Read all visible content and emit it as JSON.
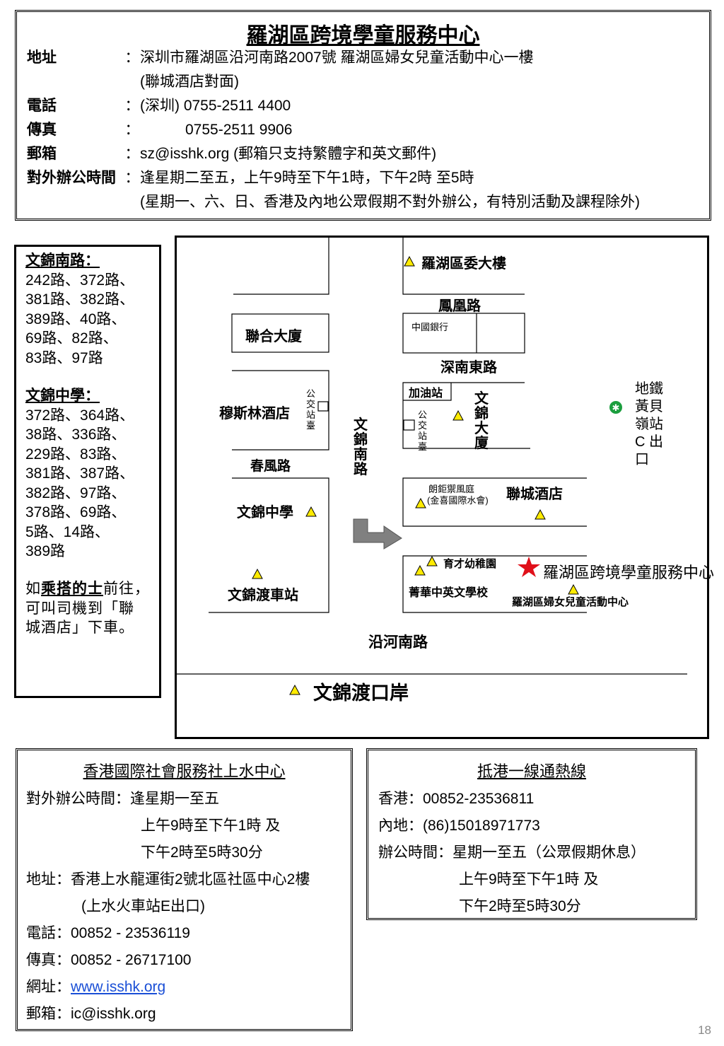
{
  "center": {
    "title": "羅湖區跨境學童服務中心",
    "rows": [
      {
        "label": "地址",
        "colon": "：",
        "value": "深圳市羅湖區沿河南路2007號 羅湖區婦女兒童活動中心一樓"
      },
      {
        "label": "",
        "colon": "",
        "value": "(聯城酒店對面)"
      },
      {
        "label": "電話",
        "colon": "：",
        "value": "(深圳) 0755-2511 4400"
      },
      {
        "label": "傳真",
        "colon": "：",
        "value": "0755-2511 9906"
      },
      {
        "label": "郵箱",
        "colon": "：",
        "value": "sz@isshk.org (郵箱只支持繁體字和英文郵件)"
      },
      {
        "label": "對外辦公時間",
        "colon": "：",
        "value": "逢星期二至五，上午9時至下午1時，下午2時 至5時"
      },
      {
        "label": "",
        "colon": "",
        "value": "(星期一、六、日、香港及內地公眾假期不對外辦公，有特別活動及課程除外)"
      }
    ]
  },
  "bus": {
    "group1_title": "文錦南路：",
    "group1_lines": [
      "242路、372路、",
      "381路、382路、",
      "389路、40路、",
      "69路、82路、",
      "83路、97路"
    ],
    "group2_title": "文錦中學：",
    "group2_lines": [
      "372路、364路、",
      "38路、336路、",
      "229路、83路、",
      "381路、387路、",
      "382路、97路、",
      "378路、69路、",
      "5路、14路、",
      "389路"
    ],
    "taxi_prefix": "如",
    "taxi_bold": "乘搭的士",
    "taxi_suffix": "前往，",
    "taxi_line2": "可叫司機到「聯",
    "taxi_line3": "城酒店」下車。"
  },
  "map": {
    "luohu_committee": "羅湖區委大樓",
    "fenghuang_road": "鳳凰路",
    "bank_of_china": "中國銀行",
    "lianhe_building": "聯合大廈",
    "shennan_east_road": "深南東路",
    "gas_station": "加油站",
    "wenjin_building": "文錦大廈",
    "mosque_hotel": "穆斯林酒店",
    "bus_stop": "公交站臺",
    "wenjin_south_road": "文錦南路",
    "chunfeng_road": "春風路",
    "langju_line1": "朗鉅禦風庭",
    "langju_line2": "(金喜國際水會)",
    "liancheng_hotel": "聯城酒店",
    "wenjin_middle_school": "文錦中學",
    "yucai_kindergarten": "育才幼稚園",
    "center_label": "羅湖區跨境學童服務中心",
    "qinghua_school": "菁華中英文學校",
    "women_children_center": "羅湖區婦女兒童活動中心",
    "wenjin_bus_station": "文錦渡車站",
    "yanhe_south_road": "沿河南路",
    "wenjindu_port": "文錦渡口岸",
    "metro_lines": [
      "地鐵",
      "黃貝",
      "嶺站",
      "C 出",
      "口"
    ]
  },
  "sheungshui": {
    "title": "香港國際社會服務社上水中心",
    "hours_line1": "對外辦公時間：逢星期一至五",
    "hours_line2": "上午9時至下午1時 及",
    "hours_line3": "下午2時至5時30分",
    "address_line1": "地址：香港上水龍運街2號北區社區中心2樓",
    "address_line2": "(上水火車站E出口)",
    "phone": "電話：00852 - 23536119",
    "fax": "傳真：00852 - 26717100",
    "web_label": "網址：",
    "web_link": "www.isshk.org",
    "email": "郵箱：ic@isshk.org"
  },
  "hotline": {
    "title": "抵港一線通熱線",
    "hk": "香港：00852-23536811",
    "mainland": "內地：(86)15018971773",
    "hours_line1": "辦公時間：星期一至五（公眾假期休息）",
    "hours_line2": "上午9時至下午1時 及",
    "hours_line3": "下午2時至5時30分"
  },
  "page_number": "18",
  "colors": {
    "star": "#e0101a",
    "triangle": "#ffeb00",
    "metro_icon": "#1b9e3e",
    "link": "#1a4fd6",
    "arrow": "#808080"
  }
}
